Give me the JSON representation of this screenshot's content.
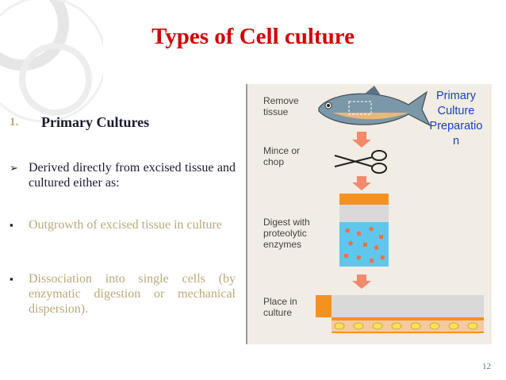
{
  "slide": {
    "title": "Types of Cell culture",
    "section_number": "1.",
    "section_title": "Primary Cultures",
    "bullets": [
      {
        "icon": "arrow-bullet-icon",
        "text": "Derived directly from excised tissue and cultured either as:"
      },
      {
        "icon": "square-bullet-icon",
        "text": "Outgrowth of excised tissue in culture"
      },
      {
        "icon": "square-bullet-icon",
        "text": "Dissociation into single cells (by enzymatic digestion or mechanical dispersion)."
      }
    ],
    "page_number": "12"
  },
  "figure": {
    "caption_lines": [
      "Primary",
      "Culture",
      "Preparatio",
      "n"
    ],
    "steps": [
      "Remove tissue",
      "Mince or chop",
      "Digest with proteolytic enzymes",
      "Place in culture"
    ]
  },
  "colors": {
    "title": "#d40000",
    "caption": "#1a3fcf",
    "muted_text": "#b8a97a",
    "figure_arrow": "#f28a6b",
    "figure_orange": "#f5911f",
    "figure_blue": "#5fc7ee"
  }
}
